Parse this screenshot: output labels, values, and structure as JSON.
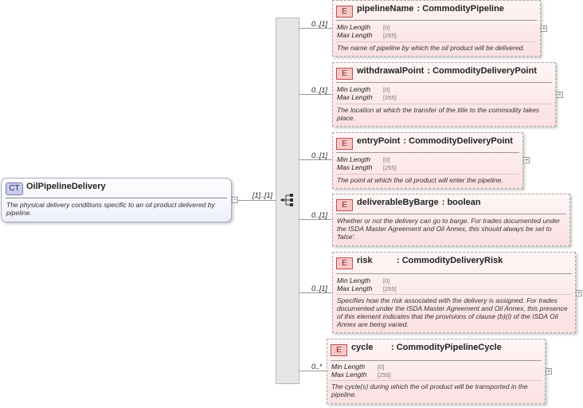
{
  "complex_type": {
    "badge": "CT",
    "name": "OilPipelineDelivery",
    "documentation": "The physical delivery conditions specific to an oil product delivered by pipeline.",
    "multiplicity": "[1]..[1]"
  },
  "elements": [
    {
      "badge": "E",
      "name": "pipelineName",
      "type": ": CommodityPipeline",
      "multiplicity": "0..[1]",
      "min_length_label": "Min Length",
      "min_length_value": "[0]",
      "max_length_label": "Max Length",
      "max_length_value": "[255]",
      "documentation": "The name of pipeline by which the oil product will be delivered."
    },
    {
      "badge": "E",
      "name": "withdrawalPoint",
      "type": ": CommodityDeliveryPoint",
      "multiplicity": "0..[1]",
      "min_length_label": "Min Length",
      "min_length_value": "[0]",
      "max_length_label": "Max Length",
      "max_length_value": "[255]",
      "documentation": "The location at which the transfer of the title to the commodity takes place."
    },
    {
      "badge": "E",
      "name": "entryPoint",
      "type": ": CommodityDeliveryPoint",
      "multiplicity": "0..[1]",
      "min_length_label": "Min Length",
      "min_length_value": "[0]",
      "max_length_label": "Max Length",
      "max_length_value": "[255]",
      "documentation": "The point at which the oil product will enter the pipeline."
    },
    {
      "badge": "E",
      "name": "deliverableByBarge",
      "type": ": boolean",
      "multiplicity": "0..[1]",
      "documentation": "Whether or not the delivery can go to barge. For trades documented under the ISDA Master Agreement and Oil Annex, this should always be set to 'false'."
    },
    {
      "badge": "E",
      "name": "risk",
      "type": ": CommodityDeliveryRisk",
      "multiplicity": "0..[1]",
      "min_length_label": "Min Length",
      "min_length_value": "[0]",
      "max_length_label": "Max Length",
      "max_length_value": "[255]",
      "documentation": "Specifies how the risk associated with the delivery is assigned. For trades documented under the ISDA Master Agreement and Oil Annex, this presence of this element indicates that the provisions of clause (b)(i) of the ISDA Oil Annex are being varied."
    },
    {
      "badge": "E",
      "name": "cycle",
      "type": ": CommodityPipelineCycle",
      "multiplicity": "0..*",
      "min_length_label": "Min Length",
      "min_length_value": "[0]",
      "max_length_label": "Max Length",
      "max_length_value": "[255]",
      "documentation": "The cycle(s) during which the oil product will be transported in the pipeline."
    }
  ]
}
